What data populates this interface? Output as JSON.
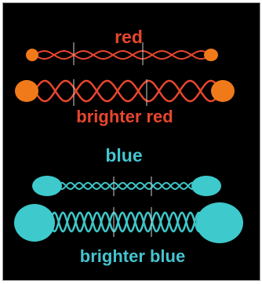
{
  "colors": {
    "background": "#000000",
    "red_wave": "#e8462e",
    "red_label": "#e8462e",
    "red_ball": "#f07a1a",
    "blue_wave": "#3ec6c8",
    "blue_label": "#45c4cf",
    "blue_ball": "#3ec9cc",
    "marker_line": "#cfcfcf"
  },
  "labels": {
    "red": "red",
    "brighter_red": "brighter red",
    "blue": "blue",
    "brighter_blue": "brighter blue"
  },
  "strings": [
    {
      "id": "red-string",
      "color": "red",
      "cycles": 4.5,
      "amplitude": "small",
      "ball_size": "small"
    },
    {
      "id": "brighter-red-string",
      "color": "red",
      "cycles": 4.5,
      "amplitude": "large",
      "ball_size": "large"
    },
    {
      "id": "blue-string",
      "color": "blue",
      "cycles": 9,
      "amplitude": "small",
      "ball_size": "medium"
    },
    {
      "id": "brighter-blue-string",
      "color": "blue",
      "cycles": 9,
      "amplitude": "large",
      "ball_size": "large"
    }
  ]
}
